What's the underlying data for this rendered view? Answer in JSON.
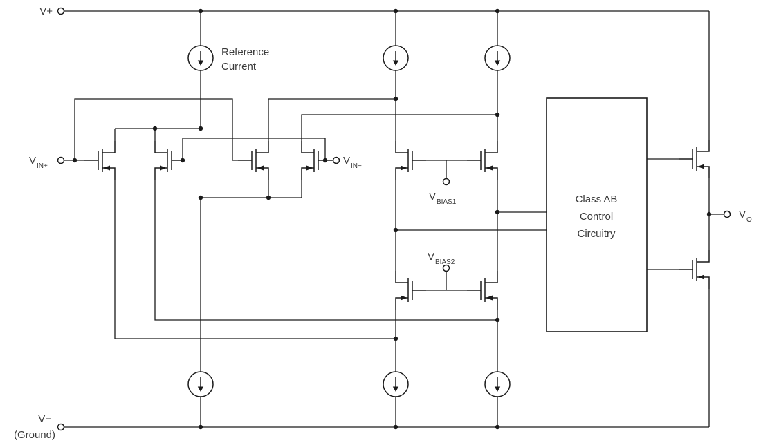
{
  "diagram": {
    "labels": {
      "vplus": "V+",
      "vminus": "V−",
      "ground": "(Ground)",
      "reference_current": [
        "Reference",
        "Current"
      ],
      "class_ab": [
        "Class AB",
        "Control",
        "Circuitry"
      ],
      "vin_plus": {
        "base": "V",
        "sub": "IN+"
      },
      "vin_minus": {
        "base": "V",
        "sub": "IN−"
      },
      "vbias1": {
        "base": "V",
        "sub": "BIAS1"
      },
      "vbias2": {
        "base": "V",
        "sub": "BIAS2"
      },
      "vout": {
        "base": "V",
        "sub": "O"
      }
    },
    "colors": {
      "line": "#1a1a1a",
      "text": "#3a3a3a",
      "background": "#ffffff"
    }
  }
}
